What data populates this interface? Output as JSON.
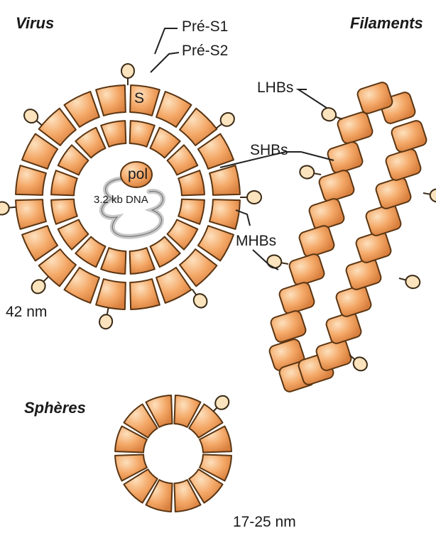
{
  "titles": {
    "virus": "Virus",
    "filaments": "Filaments",
    "spheres": "Sphères"
  },
  "labels": {
    "pre_s1": "Pré-S1",
    "pre_s2": "Pré-S2",
    "lhbs": "LHBs",
    "shbs": "SHBs",
    "mhbs": "MHBs",
    "s": "S",
    "pol": "pol",
    "dna": "3.2 kb DNA",
    "virus_size": "42 nm",
    "sphere_size": "17-25 nm"
  },
  "colors": {
    "protein_fill": "#f4a867",
    "protein_highlight": "#fcd2a6",
    "protein_outline": "#5a3512",
    "knob_fill": "#fbe3bd"
  }
}
